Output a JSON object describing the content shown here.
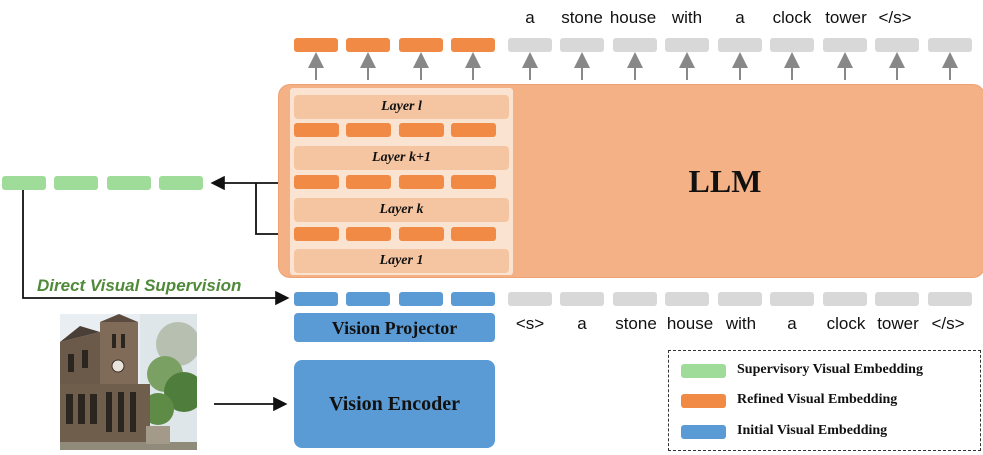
{
  "output_tokens": [
    "a",
    "stone",
    "house",
    "with",
    "a",
    "clock",
    "tower",
    "</s>"
  ],
  "input_tokens": [
    "<s>",
    "a",
    "stone",
    "house",
    "with",
    "a",
    "clock",
    "tower",
    "</s>"
  ],
  "llm": {
    "title": "LLM",
    "layers": [
      "Layer l",
      "Layer k+1",
      "Layer k",
      "Layer 1"
    ]
  },
  "modules": {
    "vision_projector": "Vision Projector",
    "vision_encoder": "Vision Encoder"
  },
  "direct_visual_supervision": "Direct Visual Supervision",
  "legend": {
    "items": [
      {
        "label": "Supervisory Visual Embedding",
        "color": "#9fdc9a"
      },
      {
        "label": "Refined Visual Embedding",
        "color": "#f08a44"
      },
      {
        "label": "Initial Visual Embedding",
        "color": "#5b9bd5"
      }
    ]
  },
  "colors": {
    "llm_fill": "#f3b185",
    "refined": "#f08a44",
    "initial": "#5b9bd5",
    "supervisory": "#9fdc9a",
    "text_token": "#d8d8d8",
    "supervision_text": "#4f8a3a"
  }
}
